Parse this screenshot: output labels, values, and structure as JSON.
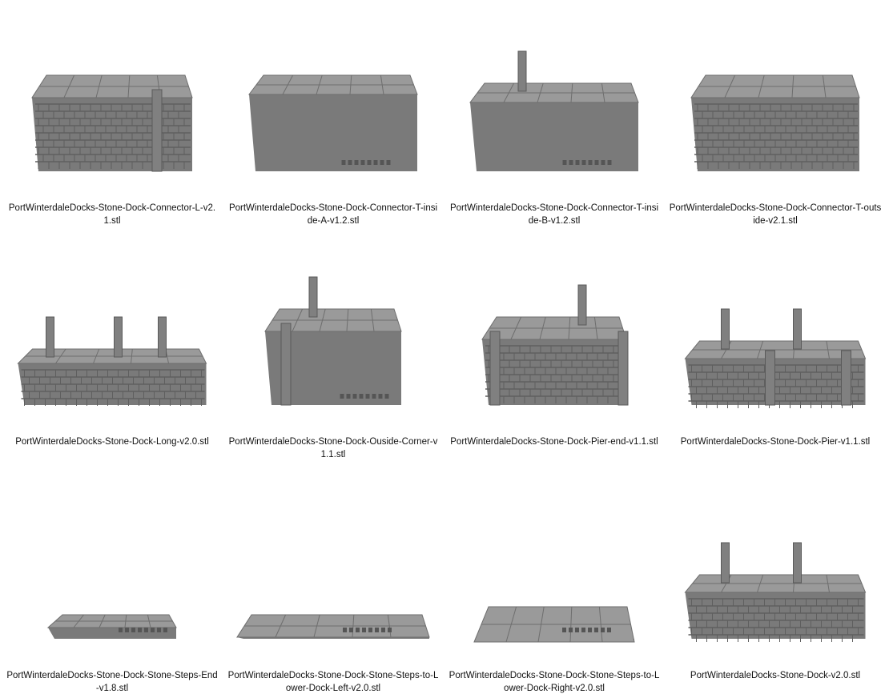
{
  "files": [
    {
      "name": "PortWinterdaleDocks-Stone-Dock-Connector-L-v2.1.stl"
    },
    {
      "name": "PortWinterdaleDocks-Stone-Dock-Connector-T-inside-A-v1.2.stl"
    },
    {
      "name": "PortWinterdaleDocks-Stone-Dock-Connector-T-inside-B-v1.2.stl"
    },
    {
      "name": "PortWinterdaleDocks-Stone-Dock-Connector-T-outside-v2.1.stl"
    },
    {
      "name": "PortWinterdaleDocks-Stone-Dock-Long-v2.0.stl"
    },
    {
      "name": "PortWinterdaleDocks-Stone-Dock-Ouside-Corner-v1.1.stl"
    },
    {
      "name": "PortWinterdaleDocks-Stone-Dock-Pier-end-v1.1.stl"
    },
    {
      "name": "PortWinterdaleDocks-Stone-Dock-Pier-v1.1.stl"
    },
    {
      "name": "PortWinterdaleDocks-Stone-Dock-Stone-Steps-End-v1.8.stl"
    },
    {
      "name": "PortWinterdaleDocks-Stone-Dock-Stone-Steps-to-Lower-Dock-Left-v2.0.stl"
    },
    {
      "name": "PortWinterdaleDocks-Stone-Dock-Stone-Steps-to-Lower-Dock-Right-v2.0.stl"
    },
    {
      "name": "PortWinterdaleDocks-Stone-Dock-v2.0.stl"
    }
  ]
}
